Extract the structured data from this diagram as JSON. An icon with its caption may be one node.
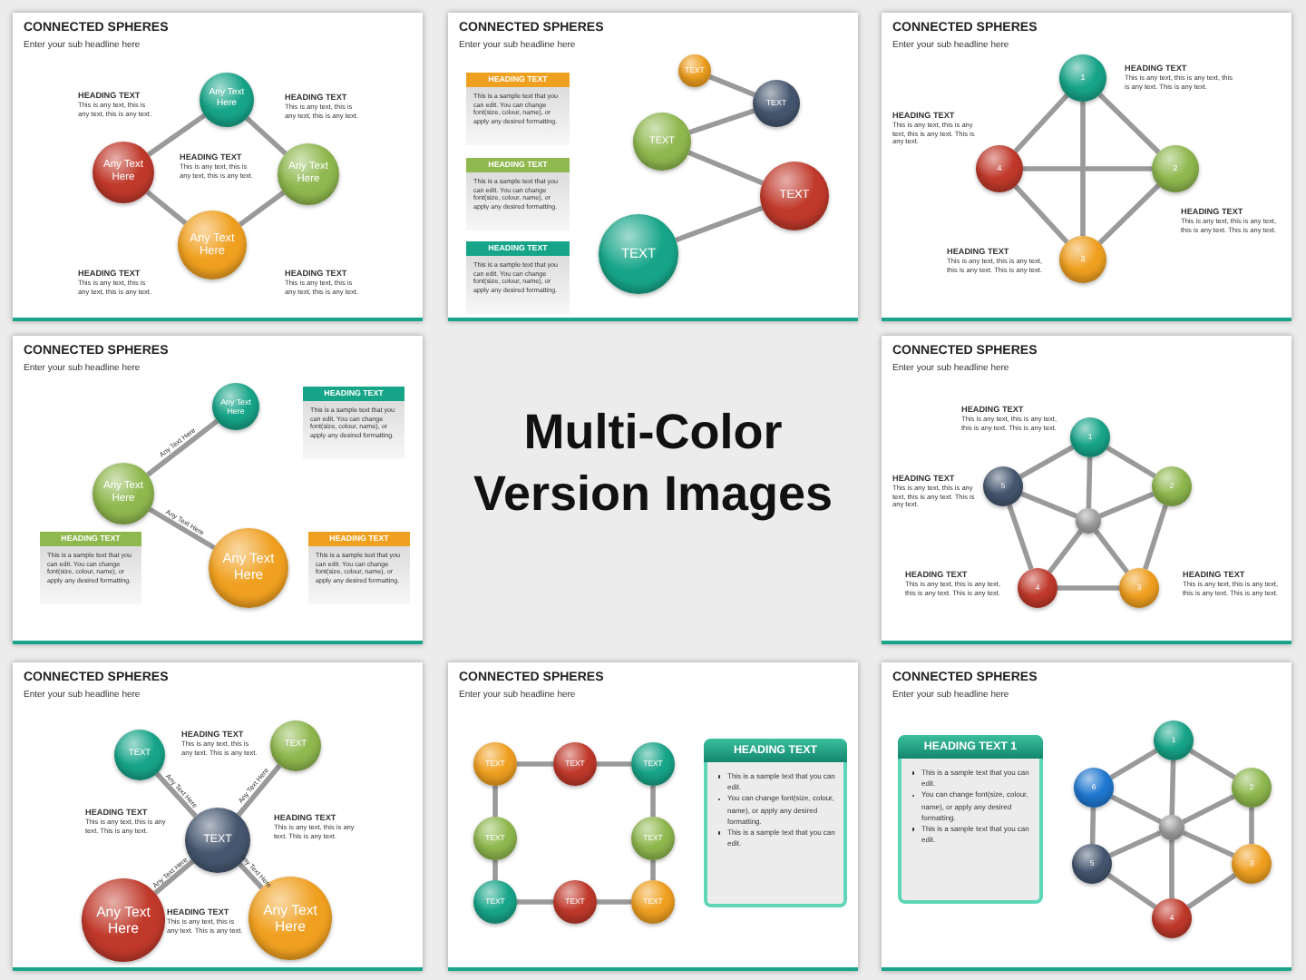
{
  "diagram": {
    "title": "Multi-Color Version Images",
    "nodes": [
      {
        "text": [
          "CONNECTED SPHERES",
          "Enter your sub headline here"
        ]
      },
      {
        "text": [
          "Any Text Here"
        ],
        "in": 0
      },
      {
        "text": [
          "Any Text Here"
        ],
        "in": 0
      },
      {
        "text": [
          "Any Text Here"
        ],
        "in": 0
      },
      {
        "text": [
          "Any Text Here"
        ],
        "in": 0
      },
      {
        "text": [
          "CONNECTED SPHERES",
          "Enter your sub headline here"
        ]
      },
      {
        "text": [
          "HEADING TEXT",
          "This is a sample text that you can edit. You can change font(size, colour, name), or apply any desired formatting."
        ],
        "in": 5
      },
      {
        "text": [
          "HEADING TEXT",
          "This is a sample text that you can edit. You can change font(size, colour, name), or apply any desired formatting."
        ],
        "in": 5
      },
      {
        "text": [
          "HEADING TEXT",
          "This is a sample text that you can edit. You can change font(size, colour, name), or apply any desired formatting."
        ],
        "in": 5
      },
      {
        "text": [
          "TEXT"
        ],
        "in": 5
      },
      {
        "text": [
          "TEXT"
        ],
        "in": 5
      },
      {
        "text": [
          "TEXT"
        ],
        "in": 5
      },
      {
        "text": [
          "TEXT"
        ],
        "in": 5
      },
      {
        "text": [
          "TEXT"
        ],
        "in": 5
      },
      {
        "text": [
          "CONNECTED SPHERES",
          "Enter your sub headline here"
        ]
      },
      {
        "text": [
          "1"
        ],
        "in": 14
      },
      {
        "text": [
          "4"
        ],
        "in": 14
      },
      {
        "text": [
          "2"
        ],
        "in": 14
      },
      {
        "text": [
          "3"
        ],
        "in": 14
      },
      {
        "text": [
          "CONNECTED SPHERES",
          "Enter your sub headline here"
        ]
      },
      {
        "text": [
          "Any Text Here"
        ],
        "in": 19
      },
      {
        "text": [
          "HEADING TEXT",
          "This is a sample text that you can edit. You can change font(size, colour, name), or apply any desired formatting."
        ],
        "in": 19
      },
      {
        "text": [
          "Any Text Here"
        ],
        "in": 19
      },
      {
        "text": [
          "HEADING TEXT",
          "This is a sample text that you can edit. You can change font(size, colour, name), or apply any desired formatting."
        ],
        "in": 19
      },
      {
        "text": [
          "Any Text Here"
        ],
        "in": 19
      },
      {
        "text": [
          "HEADING TEXT",
          "This is a sample text that you can edit. You can change font(size, colour, name), or apply any desired formatting."
        ],
        "in": 19
      },
      {
        "text": [
          "CONNECTED SPHERES",
          "Enter your sub headline here"
        ]
      },
      {
        "text": [
          "1"
        ],
        "in": 26
      },
      {
        "text": [
          "5"
        ],
        "in": 26
      },
      {
        "text": [
          "2"
        ],
        "in": 26
      },
      {
        "text": [],
        "shape": "circle",
        "in": 26
      },
      {
        "text": [
          "4"
        ],
        "in": 26
      },
      {
        "text": [
          "3"
        ],
        "in": 26
      },
      {
        "text": [
          "CONNECTED SPHERES",
          "Enter your sub headline here"
        ]
      },
      {
        "text": [
          "TEXT"
        ],
        "in": 33
      },
      {
        "text": [
          "TEXT"
        ],
        "in": 33
      },
      {
        "text": [
          "TEXT"
        ],
        "in": 33
      },
      {
        "text": [
          "Any Text Here"
        ],
        "in": 33
      },
      {
        "text": [
          "Any Text Here"
        ],
        "in": 33
      },
      {
        "text": [
          "CONNECTED SPHERES",
          "Enter your sub headline here"
        ]
      },
      {
        "text": [
          "TEXT"
        ],
        "in": 39
      },
      {
        "text": [
          "TEXT"
        ],
        "in": 39
      },
      {
        "text": [
          "TEXT"
        ],
        "in": 39
      },
      {
        "text": [
          "HEADING TEXT",
          "This is a sample text that you can edit.",
          "You can change font(size, colour, name), or apply any desired formatting.",
          "This is a sample text that you can edit."
        ],
        "in": 39
      },
      {
        "text": [
          "TEXT"
        ],
        "in": 39
      },
      {
        "text": [
          "TEXT"
        ],
        "in": 39
      },
      {
        "text": [
          "TEXT"
        ],
        "in": 39
      },
      {
        "text": [
          "TEXT"
        ],
        "in": 39
      },
      {
        "text": [
          "TEXT"
        ],
        "in": 39
      },
      {
        "text": [
          "CONNECTED SPHERES",
          "Enter your sub headline here"
        ]
      },
      {
        "text": [
          "HEADING TEXT 1",
          "This is a sample text that you can edit.",
          "You can change font(size, colour, name), or apply any desired formatting.",
          "This is a sample text that you can edit."
        ],
        "in": 49
      },
      {
        "text": [
          "1"
        ],
        "in": 49
      },
      {
        "text": [
          "6"
        ],
        "in": 49
      },
      {
        "text": [
          "2"
        ],
        "in": 49
      },
      {
        "text": [],
        "shape": "circle",
        "in": 49
      },
      {
        "text": [
          "5"
        ],
        "in": 49
      },
      {
        "text": [
          "3"
        ],
        "in": 49
      },
      {
        "text": [
          "4"
        ],
        "in": 49
      }
    ],
    "edges": [
      {
        "from": 1,
        "to": 3,
        "arrow": "none"
      },
      {
        "from": 3,
        "to": 4,
        "arrow": "none"
      },
      {
        "from": 4,
        "to": 2,
        "arrow": "none"
      },
      {
        "from": 2,
        "to": 1,
        "arrow": "none"
      },
      {
        "from": 9,
        "to": 10,
        "arrow": "none"
      },
      {
        "from": 10,
        "to": 11,
        "arrow": "none"
      },
      {
        "from": 11,
        "to": 12,
        "arrow": "none"
      },
      {
        "from": 12,
        "to": 13,
        "arrow": "none"
      },
      {
        "from": 15,
        "to": 17,
        "arrow": "none"
      },
      {
        "from": 17,
        "to": 18,
        "arrow": "none"
      },
      {
        "from": 18,
        "to": 16,
        "arrow": "none"
      },
      {
        "from": 16,
        "to": 15,
        "arrow": "none"
      },
      {
        "from": 15,
        "to": 18,
        "arrow": "none"
      },
      {
        "from": 16,
        "to": 17,
        "arrow": "none"
      },
      {
        "from": 22,
        "to": 20,
        "arrow": "none",
        "label": "Any Text Here"
      },
      {
        "from": 22,
        "to": 24,
        "arrow": "none",
        "label": "Any Text Here"
      },
      {
        "from": 27,
        "to": 29,
        "arrow": "none"
      },
      {
        "from": 29,
        "to": 32,
        "arrow": "none"
      },
      {
        "from": 32,
        "to": 31,
        "arrow": "none"
      },
      {
        "from": 31,
        "to": 28,
        "arrow": "none"
      },
      {
        "from": 28,
        "to": 27,
        "arrow": "none"
      },
      {
        "from": 30,
        "to": 27,
        "arrow": "none"
      },
      {
        "from": 30,
        "to": 29,
        "arrow": "none"
      },
      {
        "from": 30,
        "to": 32,
        "arrow": "none"
      },
      {
        "from": 30,
        "to": 31,
        "arrow": "none"
      },
      {
        "from": 30,
        "to": 28,
        "arrow": "none"
      },
      {
        "from": 36,
        "to": 34,
        "arrow": "none",
        "label": "Any Text Here"
      },
      {
        "from": 36,
        "to": 35,
        "arrow": "none",
        "label": "Any Text Here"
      },
      {
        "from": 36,
        "to": 37,
        "arrow": "none",
        "label": "Any Text Here"
      },
      {
        "from": 36,
        "to": 38,
        "arrow": "none",
        "label": "Any Text Here"
      },
      {
        "from": 40,
        "to": 41,
        "arrow": "none"
      },
      {
        "from": 41,
        "to": 42,
        "arrow": "none"
      },
      {
        "from": 42,
        "to": 45,
        "arrow": "none"
      },
      {
        "from": 45,
        "to": 48,
        "arrow": "none"
      },
      {
        "from": 48,
        "to": 47,
        "arrow": "none"
      },
      {
        "from": 47,
        "to": 46,
        "arrow": "none"
      },
      {
        "from": 46,
        "to": 44,
        "arrow": "none"
      },
      {
        "from": 44,
        "to": 40,
        "arrow": "none"
      },
      {
        "from": 51,
        "to": 53,
        "arrow": "none"
      },
      {
        "from": 53,
        "to": 56,
        "arrow": "none"
      },
      {
        "from": 56,
        "to": 57,
        "arrow": "none"
      },
      {
        "from": 57,
        "to": 55,
        "arrow": "none"
      },
      {
        "from": 55,
        "to": 52,
        "arrow": "none"
      },
      {
        "from": 52,
        "to": 51,
        "arrow": "none"
      },
      {
        "from": 54,
        "to": 51,
        "arrow": "none"
      },
      {
        "from": 54,
        "to": 53,
        "arrow": "none"
      },
      {
        "from": 54,
        "to": 56,
        "arrow": "none"
      },
      {
        "from": 54,
        "to": 57,
        "arrow": "none"
      },
      {
        "from": 54,
        "to": 55,
        "arrow": "none"
      },
      {
        "from": 54,
        "to": 52,
        "arrow": "none"
      }
    ],
    "labels": [
      "HEADING TEXT",
      "This is any text, this is any text, this is any text.",
      "HEADING TEXT",
      "This is any text, this is any text, this is any text.",
      "HEADING TEXT",
      "This is any text, this is any text, this is any text.",
      "HEADING TEXT",
      "This is any text, this is any text, this is any text.",
      "HEADING TEXT",
      "This is any text, this is any text, this is any text.",
      "HEADING TEXT",
      "This is any text, this is any text, this is any text. This is any text.",
      "HEADING TEXT",
      "This is any text, this is any text, this is any text. This is any text.",
      "HEADING TEXT",
      "This is any text, this is any text, this is any text. This is any text.",
      "HEADING TEXT",
      "This is any text, this is any text, this is any text. This is any text.",
      "HEADING TEXT",
      "This is any text, this is any text, this is any text. This is any text.",
      "HEADING TEXT",
      "This is any text, this is any text, this is any text. This is any text.",
      "HEADING TEXT",
      "This is any text, this is any text, this is any text. This is any text.",
      "HEADING TEXT",
      "This is any text, this is any text, this is any text. This is any text.",
      "HEADING TEXT",
      "This is any text, this is any text. This is any text.",
      "HEADING TEXT",
      "This is any text, this is any text. This is any text.",
      "HEADING TEXT",
      "This is any text, this is any text. This is any text.",
      "HEADING TEXT",
      "This is any text, this is any text. This is any text."
    ]
  }
}
